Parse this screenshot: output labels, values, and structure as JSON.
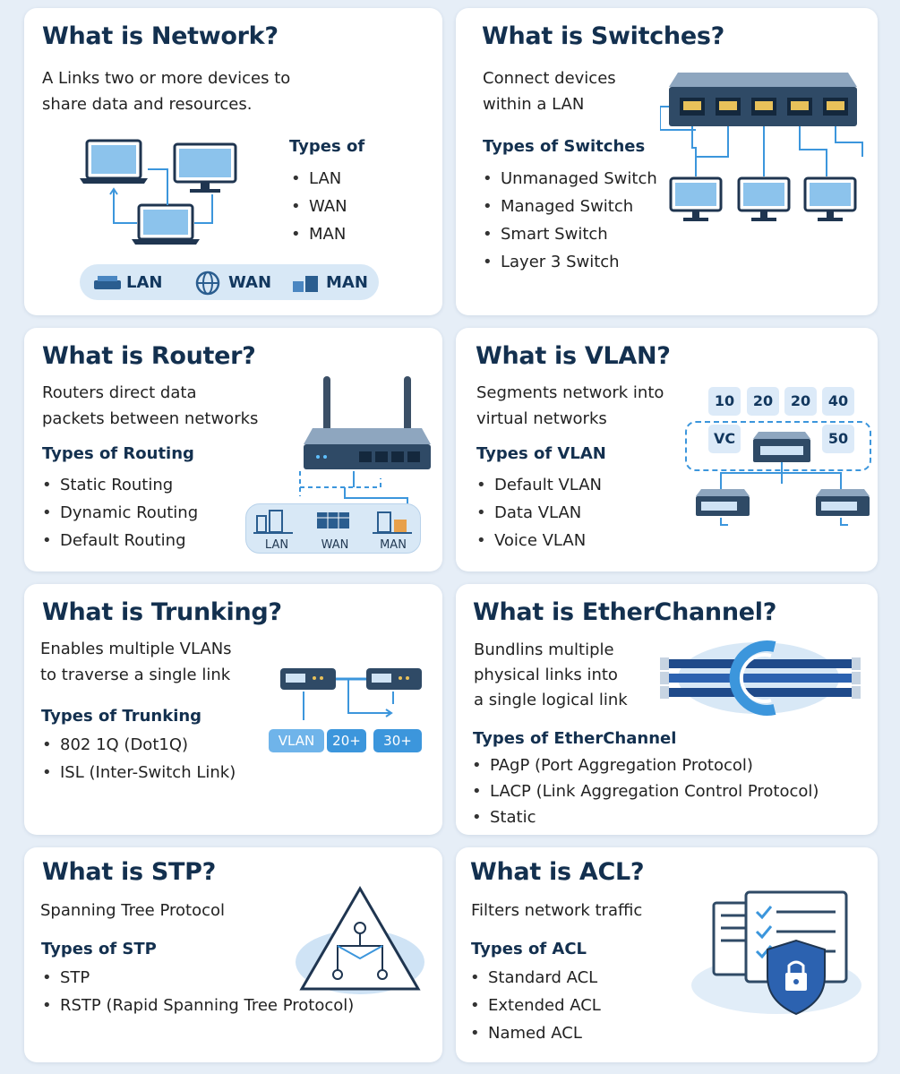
{
  "network": {
    "title": "What is Network?",
    "desc": [
      "A Links two or more devices to",
      "share data and resources."
    ],
    "types_heading": "Types of",
    "types": [
      "LAN",
      "WAN",
      "MAN"
    ],
    "chips": [
      "LAN",
      "WAN",
      "MAN"
    ]
  },
  "switches": {
    "title": "What is Switches?",
    "desc": [
      "Connect devices",
      "within a LAN"
    ],
    "types_heading": "Types of Switches",
    "types": [
      "Unmanaged Switch",
      "Managed Switch",
      "Smart Switch",
      "Layer 3 Switch"
    ]
  },
  "router": {
    "title": "What is Router?",
    "desc": [
      "Routers direct data",
      "packets between networks"
    ],
    "types_heading": "Types of Routing",
    "types": [
      "Static Routing",
      "Dynamic Routing",
      "Default Routing"
    ],
    "net_labels": [
      "LAN",
      "WAN",
      "MAN"
    ]
  },
  "vlan": {
    "title": "What is VLAN?",
    "desc": [
      "Segments network into",
      "virtual networks"
    ],
    "types_heading": "Types of VLAN",
    "types": [
      "Default VLAN",
      "Data VLAN",
      "Voice VLAN"
    ],
    "tags": [
      "10",
      "20",
      "20",
      "40",
      "VC",
      "50"
    ]
  },
  "trunking": {
    "title": "What is Trunking?",
    "desc": [
      "Enables multiple VLANs",
      "to traverse a single link"
    ],
    "types_heading": "Types of Trunking",
    "types": [
      "802 1Q (Dot1Q)",
      "ISL (Inter-Switch Link)"
    ],
    "boxes": [
      "VLAN",
      "20+",
      "30+"
    ]
  },
  "etherchannel": {
    "title": "What is EtherChannel?",
    "desc": [
      "Bundlins multiple",
      "physical links into",
      "a single logical link"
    ],
    "types_heading": "Types of EtherChannel",
    "types": [
      "PAgP (Port Aggregation Protocol)",
      "LACP (Link Aggregation Control Protocol)",
      "Static"
    ]
  },
  "stp": {
    "title": "What is STP?",
    "desc": [
      "Spanning Tree Protocol"
    ],
    "types_heading": "Types of STP",
    "types": [
      "STP",
      "RSTP (Rapid Spanning Tree Protocol)"
    ]
  },
  "acl": {
    "title": "What is ACL?",
    "desc": [
      "Filters network traffic"
    ],
    "types_heading": "Types of ACL",
    "types": [
      "Standard ACL",
      "Extended ACL",
      "Named ACL"
    ]
  },
  "colors": {
    "title": "#13304f",
    "accent": "#3c96dc",
    "light_blue": "#d8e8f6",
    "background": "#e6eef7"
  },
  "icons": [
    "laptop-icon",
    "monitor-icon",
    "switch-icon",
    "router-icon",
    "lock-shield-icon",
    "document-icon",
    "cable-bundle-icon",
    "tree-triangle-icon"
  ]
}
